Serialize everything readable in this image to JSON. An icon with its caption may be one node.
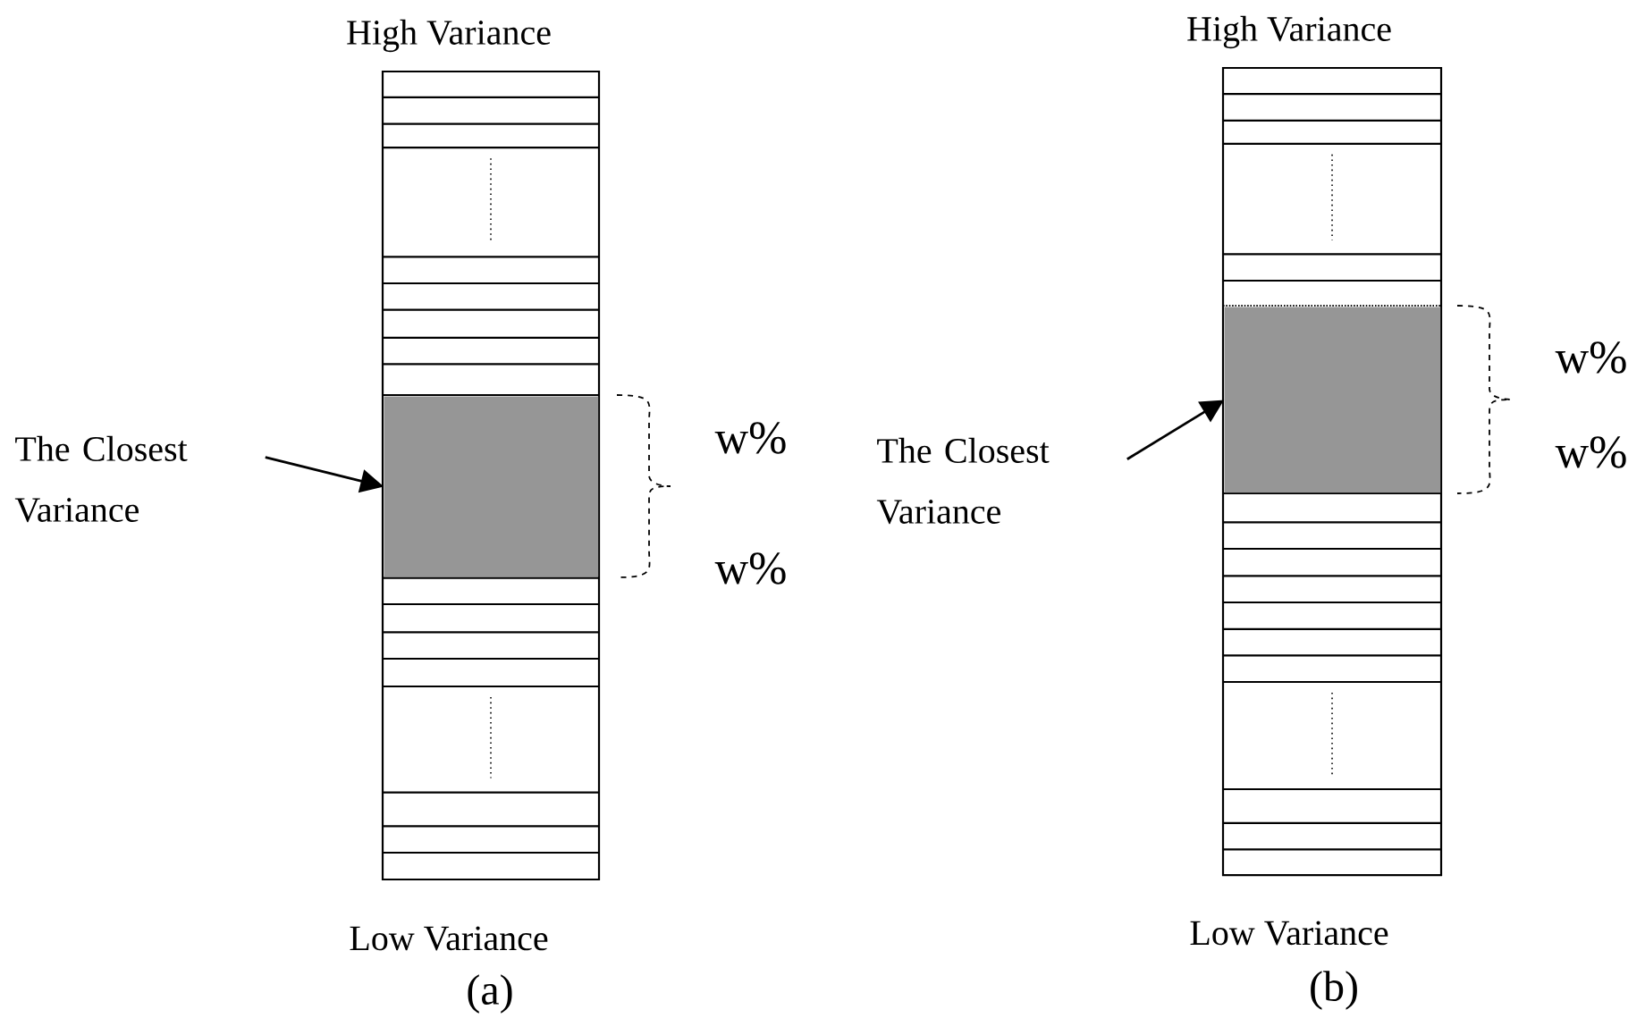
{
  "diagram": {
    "nodes": [
      {
        "text": [
          "The Closest Variance"
        ]
      },
      {
        "text": [],
        "shape": "box"
      },
      {
        "text": [
          "The Closest Variance"
        ]
      },
      {
        "text": [],
        "shape": "box"
      }
    ],
    "edges": [
      {
        "from": 0,
        "to": 1,
        "arrow": "to"
      },
      {
        "from": 2,
        "to": 3,
        "arrow": "to"
      }
    ],
    "labels": [
      "High Variance",
      "High Variance",
      "w%",
      "w%",
      "w%",
      "w%",
      "Low Variance",
      "Low Variance",
      "(a)",
      "(b)"
    ]
  }
}
